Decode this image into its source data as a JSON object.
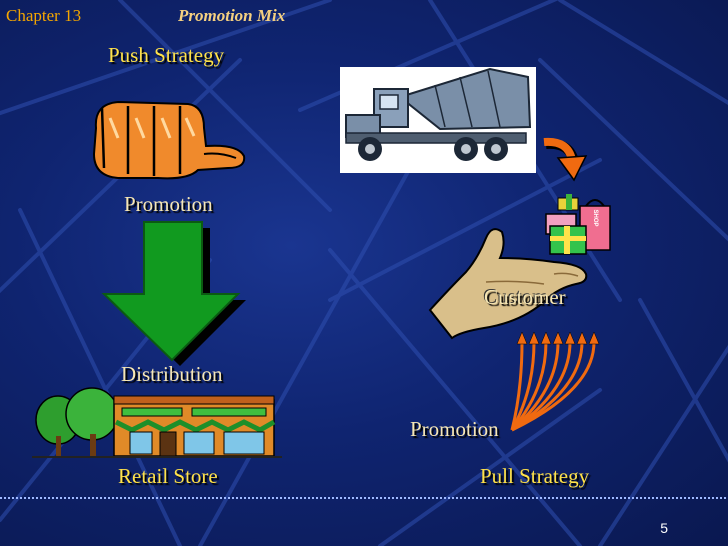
{
  "header": {
    "chapter": "Chapter 13",
    "title": "Promotion Mix"
  },
  "push": {
    "heading": "Push Strategy",
    "promotion_label": "Promotion",
    "distribution_label": "Distribution",
    "store_label": "Retail Store"
  },
  "pull": {
    "customer_label": "Customer",
    "promotion_label": "Promotion",
    "heading": "Pull Strategy"
  },
  "shop_bag_text": "SHOP",
  "footer": {
    "page_number": "5"
  }
}
